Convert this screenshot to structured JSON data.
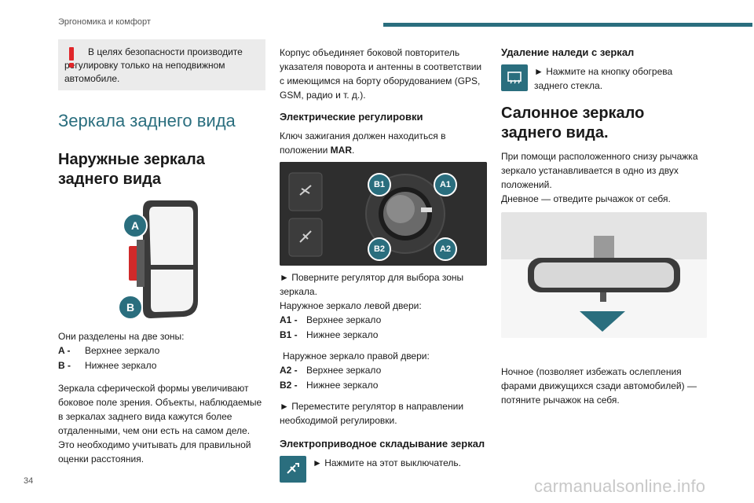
{
  "header": {
    "title": "Эргономика и комфорт",
    "accent_color": "#2a6e7e"
  },
  "page_number": "34",
  "watermark": "carmanualsonline.info",
  "col1": {
    "warning_text": "В целях безопасности производите регулировку только на неподвижном автомобиле.",
    "section_title": "Зеркала заднего вида",
    "sub_title": "Наружные зеркала заднего вида",
    "mirror_labels": {
      "a": "A",
      "b": "B"
    },
    "zones_intro": "Они разделены на две зоны:",
    "zones": [
      {
        "key": "A -",
        "value": "Верхнее зеркало"
      },
      {
        "key": "B -",
        "value": "Нижнее зеркало"
      }
    ],
    "paragraph": "Зеркала сферической формы увеличивают боковое поле зрения. Объекты, наблюдаемые в зеркалах заднего вида кажутся более отдаленными, чем они есть на самом деле. Это необходимо учитывать для правильной оценки расстояния."
  },
  "col2": {
    "intro": "Корпус объединяет боковой повторитель указателя поворота и антенны в соответствии с имеющимся на борту оборудованием (GPS, GSM, радио и т. д.).",
    "electric_title": "Электрические регулировки",
    "ignition_text": "Ключ зажигания должен находиться в положении",
    "ignition_pos": "MAR",
    "ignition_end": ".",
    "control_labels": {
      "b1": "B1",
      "a1": "A1",
      "b2": "B2",
      "a2": "A2"
    },
    "step1": "► Поверните регулятор для выбора зоны зеркала.",
    "left_door": "Наружное зеркало левой двери:",
    "left_items": [
      {
        "key": "A1 -",
        "value": "Верхнее зеркало"
      },
      {
        "key": "B1 -",
        "value": "Нижнее зеркало"
      }
    ],
    "right_door": "Наружное зеркало правой двери:",
    "right_items": [
      {
        "key": "A2 -",
        "value": "Верхнее зеркало"
      },
      {
        "key": "B2 -",
        "value": "Нижнее зеркало"
      }
    ],
    "step2": "► Переместите регулятор в направлении необходимой регулировки.",
    "fold_title": "Электроприводное складывание зеркал",
    "fold_step": "► Нажмите на этот выключатель."
  },
  "col3": {
    "defrost_title": "Удаление наледи с зеркал",
    "defrost_step": "► Нажмите на кнопку обогрева заднего стекла.",
    "salon_title": "Салонное зеркало заднего вида.",
    "salon_text": "При помощи расположенного снизу рычажка зеркало устанавливается в одно из двух положений.",
    "day_text": "Дневное — отведите рычажок от себя.",
    "night_text": "Ночное (позволяет избежать ослепления фарами движущихся сзади автомобилей) — потяните рычажок на себя."
  }
}
